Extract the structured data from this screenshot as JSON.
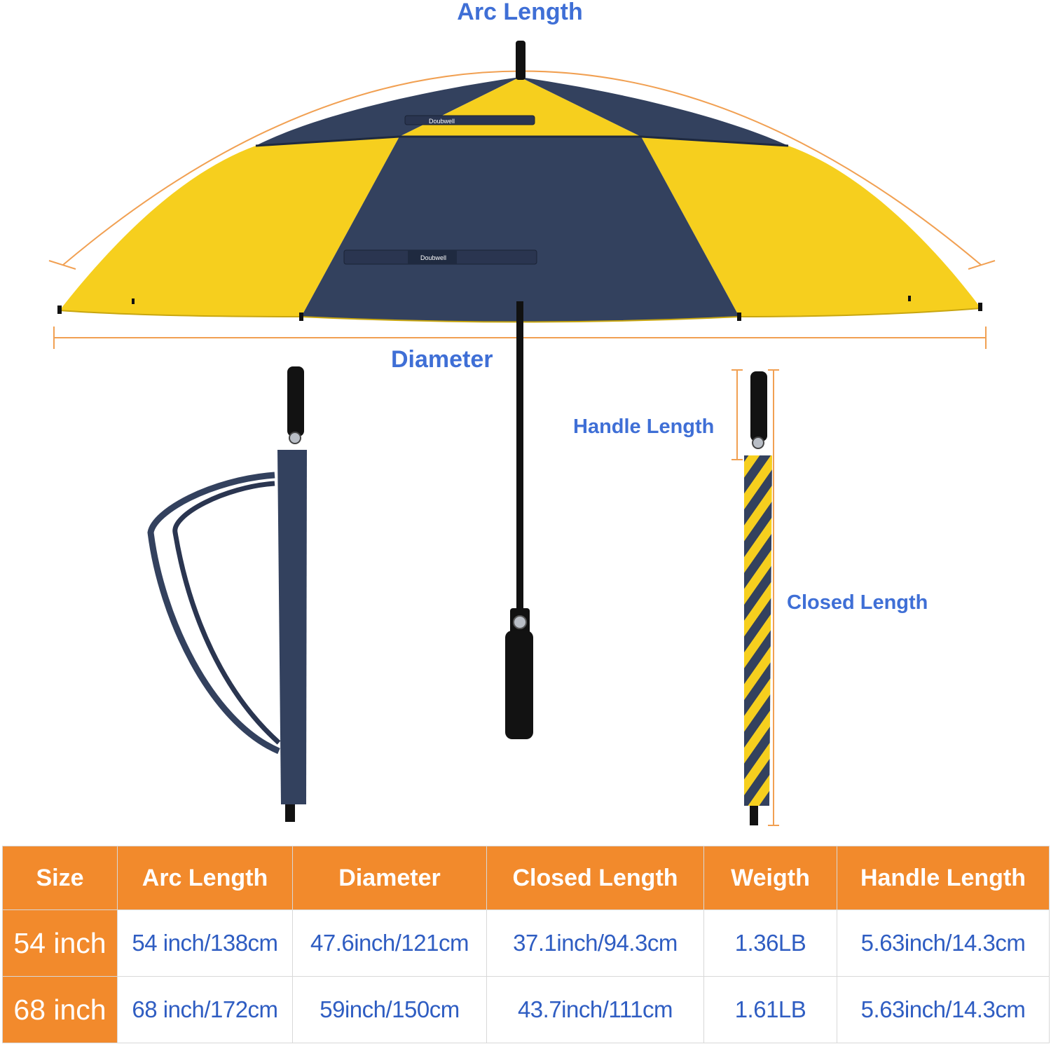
{
  "labels": {
    "arc_length": "Arc Length",
    "diameter": "Diameter",
    "handle_length": "Handle Length",
    "closed_length": "Closed Length"
  },
  "brand_tags": [
    "Doubwell",
    "Doubwell"
  ],
  "colors": {
    "navy": "#33415e",
    "yellow": "#f6cf1e",
    "orange": "#f28a2c",
    "label_blue": "#3f6fd6",
    "value_blue": "#2f5dc2",
    "handle_black": "#121212"
  },
  "table": {
    "headers": [
      "Size",
      "Arc Length",
      "Diameter",
      "Closed Length",
      "Weigth",
      "Handle Length"
    ],
    "rows": [
      [
        "54 inch",
        "54 inch/138cm",
        "47.6inch/121cm",
        "37.1inch/94.3cm",
        "1.36LB",
        "5.63inch/14.3cm"
      ],
      [
        "68 inch",
        "68 inch/172cm",
        "59inch/150cm",
        "43.7inch/111cm",
        "1.61LB",
        "5.63inch/14.3cm"
      ]
    ]
  }
}
